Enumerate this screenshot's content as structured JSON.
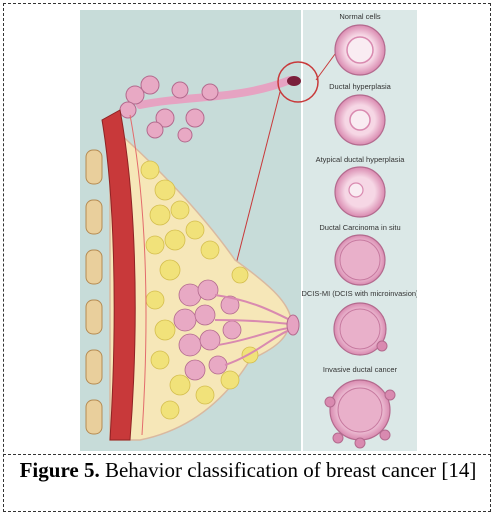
{
  "figure": {
    "stages": [
      "Normal cells",
      "Ductal hyperplasia",
      "Atypical ductal hyperplasia",
      "Ductal Carcinoma in situ",
      "DCIS-MI (DCIS with microinvasion)",
      "Invasive ductal cancer"
    ],
    "colors": {
      "panel_left": "#c7dcd9",
      "panel_right": "#dbe8e7",
      "tissue_pink": "#e8a9c4",
      "cell_pink": "#d98ab0",
      "fat_yellow": "#f1e27a",
      "muscle_red": "#c8393a",
      "rib_tan": "#e9cf9c"
    }
  },
  "caption": {
    "label": "Figure 5.",
    "text": " Behavior classification of breast cancer [14]"
  }
}
